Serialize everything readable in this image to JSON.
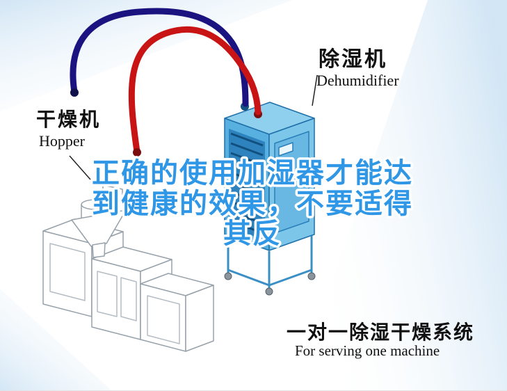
{
  "headline": {
    "lines": [
      "正确的使用加湿器才能达",
      "到健康的效果，不要适得",
      "其反"
    ],
    "color": "#2f97e6"
  },
  "labels": {
    "dehumidifier": {
      "cn": "除湿机",
      "en": "Dehumidifier"
    },
    "hopper": {
      "cn": "干燥机",
      "en": "Hopper"
    }
  },
  "footer": {
    "title_cn": "一对一除湿干燥系统",
    "title_en": "For serving one machine"
  },
  "colors": {
    "headline_blue": "#2f97e6",
    "pipe_red": "#c81414",
    "pipe_navy": "#1b1480",
    "dehumidifier_body": "#58b0e0",
    "dehumidifier_side": "#7cc6ea",
    "dehumidifier_top": "#8fd0ee",
    "grille_dark": "#2e82bd",
    "machine_outline": "#97a1aa",
    "background_tint": "#cfe4f4"
  },
  "illustration": {
    "parts": [
      "hopper-machine",
      "dehumidifier-unit",
      "red-pipe",
      "navy-pipe"
    ]
  }
}
